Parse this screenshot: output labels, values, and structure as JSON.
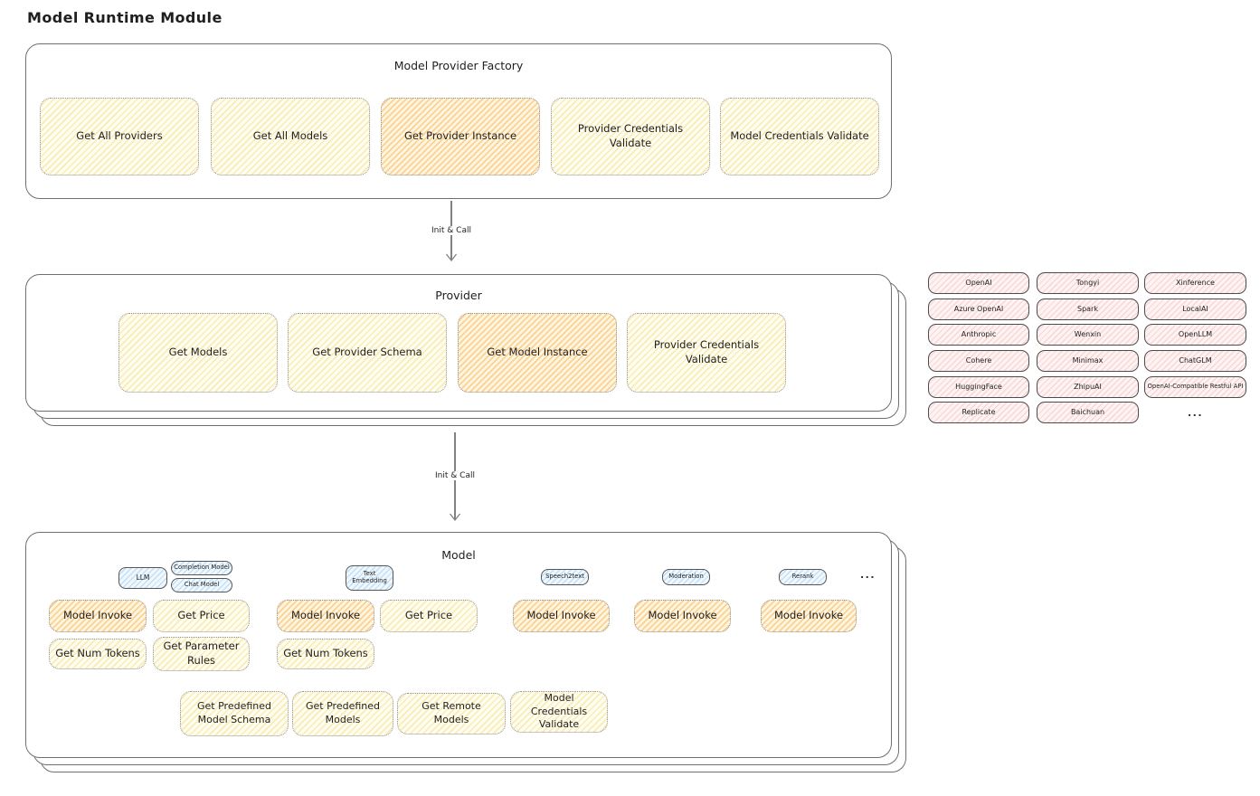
{
  "diagram_title": "Model Runtime Module",
  "connectors": [
    {
      "label": "Init & Call"
    },
    {
      "label": "Init & Call"
    }
  ],
  "factory": {
    "title": "Model Provider Factory",
    "buttons": [
      {
        "label": "Get All Providers",
        "highlighted": false
      },
      {
        "label": "Get All Models",
        "highlighted": false
      },
      {
        "label": "Get Provider Instance",
        "highlighted": true
      },
      {
        "label": "Provider Credentials Validate",
        "highlighted": false
      },
      {
        "label": "Model Credentials Validate",
        "highlighted": false
      }
    ]
  },
  "provider": {
    "title": "Provider",
    "buttons": [
      {
        "label": "Get Models",
        "highlighted": false
      },
      {
        "label": "Get Provider Schema",
        "highlighted": false
      },
      {
        "label": "Get Model Instance",
        "highlighted": true
      },
      {
        "label": "Provider Credentials Validate",
        "highlighted": false
      }
    ]
  },
  "catalog": {
    "rows": [
      [
        "OpenAI",
        "Tongyi",
        "Xinference"
      ],
      [
        "Azure OpenAI",
        "Spark",
        "LocalAI"
      ],
      [
        "Anthropic",
        "Wenxin",
        "OpenLLM"
      ],
      [
        "Cohere",
        "Minimax",
        "ChatGLM"
      ],
      [
        "HuggingFace",
        "ZhipuAI",
        "OpenAI-Compatible Restful API"
      ],
      [
        "Replicate",
        "Baichuan"
      ]
    ],
    "more": "..."
  },
  "model": {
    "title": "Model",
    "columns": [
      {
        "tags": [
          {
            "label": "LLM"
          },
          {
            "label": "Completion Model"
          },
          {
            "label": "Chat Model"
          }
        ],
        "buttons": [
          {
            "label": "Model Invoke",
            "highlighted": true
          },
          {
            "label": "Get Price",
            "highlighted": false
          },
          {
            "label": "Get Num Tokens",
            "highlighted": false
          },
          {
            "label": "Get Parameter Rules",
            "highlighted": false
          }
        ]
      },
      {
        "tags": [
          {
            "label": "Text Embedding"
          }
        ],
        "buttons": [
          {
            "label": "Model Invoke",
            "highlighted": true
          },
          {
            "label": "Get Price",
            "highlighted": false
          },
          {
            "label": "Get Num Tokens",
            "highlighted": false
          }
        ]
      },
      {
        "tags": [
          {
            "label": "Speech2text"
          }
        ],
        "buttons": [
          {
            "label": "Model Invoke",
            "highlighted": true
          }
        ]
      },
      {
        "tags": [
          {
            "label": "Moderation"
          }
        ],
        "buttons": [
          {
            "label": "Model Invoke",
            "highlighted": true
          }
        ]
      },
      {
        "tags": [
          {
            "label": "Rerank"
          }
        ],
        "buttons": [
          {
            "label": "Model Invoke",
            "highlighted": true
          }
        ]
      }
    ],
    "more": "...",
    "bottom_buttons": [
      {
        "label": "Get Predefined Model Schema"
      },
      {
        "label": "Get Predefined Models"
      },
      {
        "label": "Get Remote Models"
      },
      {
        "label": "Model Credentials Validate"
      }
    ]
  },
  "colors": {
    "action_fill": "#fff9db",
    "action_highlight_fill": "#ffd8a8",
    "provider_chip_fill": "#ffe3e3",
    "model_type_fill": "#d0ebff",
    "box_border": "#6f6f6f",
    "text": "#1f1f1f"
  }
}
